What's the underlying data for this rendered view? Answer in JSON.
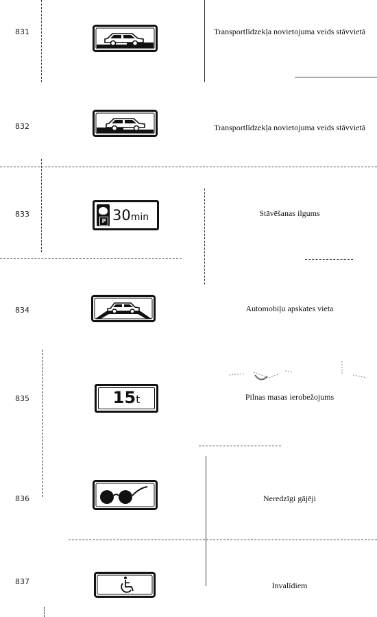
{
  "rows": [
    {
      "number": "831",
      "sign_icon": "car-parked-on-raised-right-sign-icon",
      "description": "Transportlīdzekļa novietojuma veids stāvvietā"
    },
    {
      "number": "832",
      "sign_icon": "car-parked-on-raised-left-sign-icon",
      "description": "Transportlīdzekļa novietojuma veids stāvvietā"
    },
    {
      "number": "833",
      "sign_icon": "parking-disc-sign-icon",
      "sign_text": "30min",
      "sign_text_main": "30",
      "sign_text_unit": "min",
      "sign_badge": "P",
      "description": "Stāvēšanas ilgums"
    },
    {
      "number": "834",
      "sign_icon": "car-inspection-ramp-sign-icon",
      "description": "Automobiļu apskates vieta"
    },
    {
      "number": "835",
      "sign_icon": "weight-limit-sign-icon",
      "sign_text": "15t",
      "sign_text_main": "15",
      "sign_text_unit": "t",
      "description": "Pilnas masas ierobežojums"
    },
    {
      "number": "836",
      "sign_icon": "blind-pedestrians-sign-icon",
      "description": "Neredzīgi gājēji"
    },
    {
      "number": "837",
      "sign_icon": "wheelchair-sign-icon",
      "description": "Invalīdiem"
    }
  ]
}
